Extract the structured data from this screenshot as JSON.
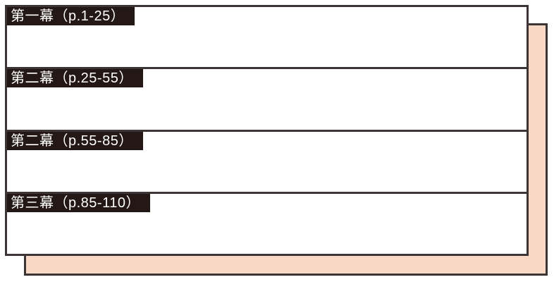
{
  "diagram": {
    "title": "act-structure-template",
    "colors": {
      "line": "#3d3436",
      "bar_fill": "#231815",
      "bar_text": "#ffffff",
      "shadow_fill": "#f9d9c5",
      "panel_fill": "#ffffff"
    },
    "sections": [
      {
        "label": "第一幕（p.1-25）"
      },
      {
        "label": "第二幕（p.25-55）"
      },
      {
        "label": "第二幕（p.55-85）"
      },
      {
        "label": "第三幕（p.85-110）"
      }
    ]
  }
}
